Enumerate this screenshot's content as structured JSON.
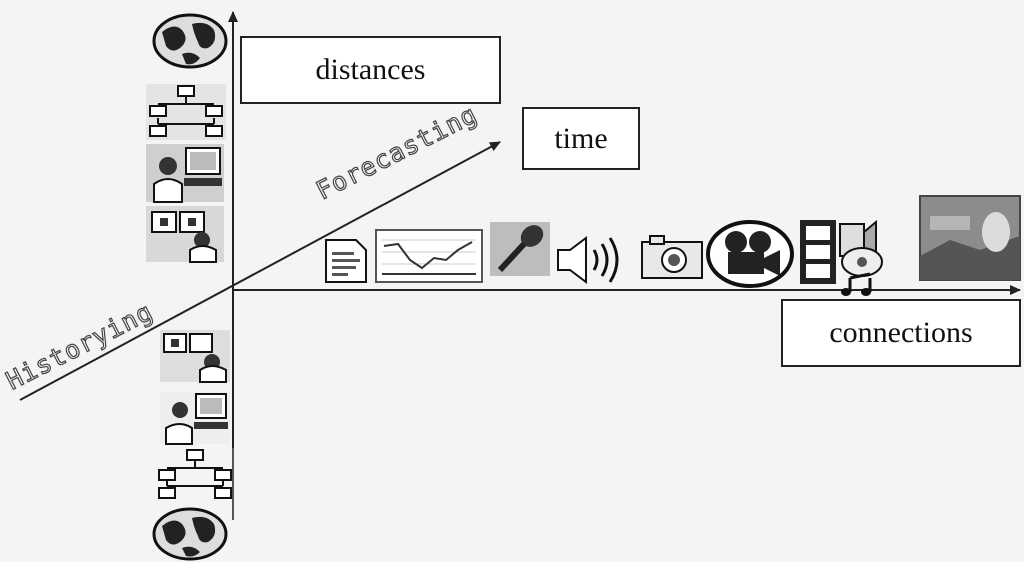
{
  "axes": {
    "vertical": "distances",
    "diagonal": "time",
    "horizontal": "connections"
  },
  "diagonal_labels": {
    "future": "Forecasting",
    "past": "Historying"
  },
  "icons": {
    "vertical_up": [
      "globe-icon",
      "network-icon",
      "computer-user-icon",
      "videoconference-icon"
    ],
    "vertical_down": [
      "videoconference-icon",
      "computer-user-icon",
      "network-icon",
      "globe-icon"
    ],
    "horizontal": [
      "document-icon",
      "chart-icon",
      "microphone-icon",
      "speaker-icon",
      "camera-icon",
      "film-camera-icon",
      "multimedia-icon",
      "photo-icon"
    ]
  }
}
